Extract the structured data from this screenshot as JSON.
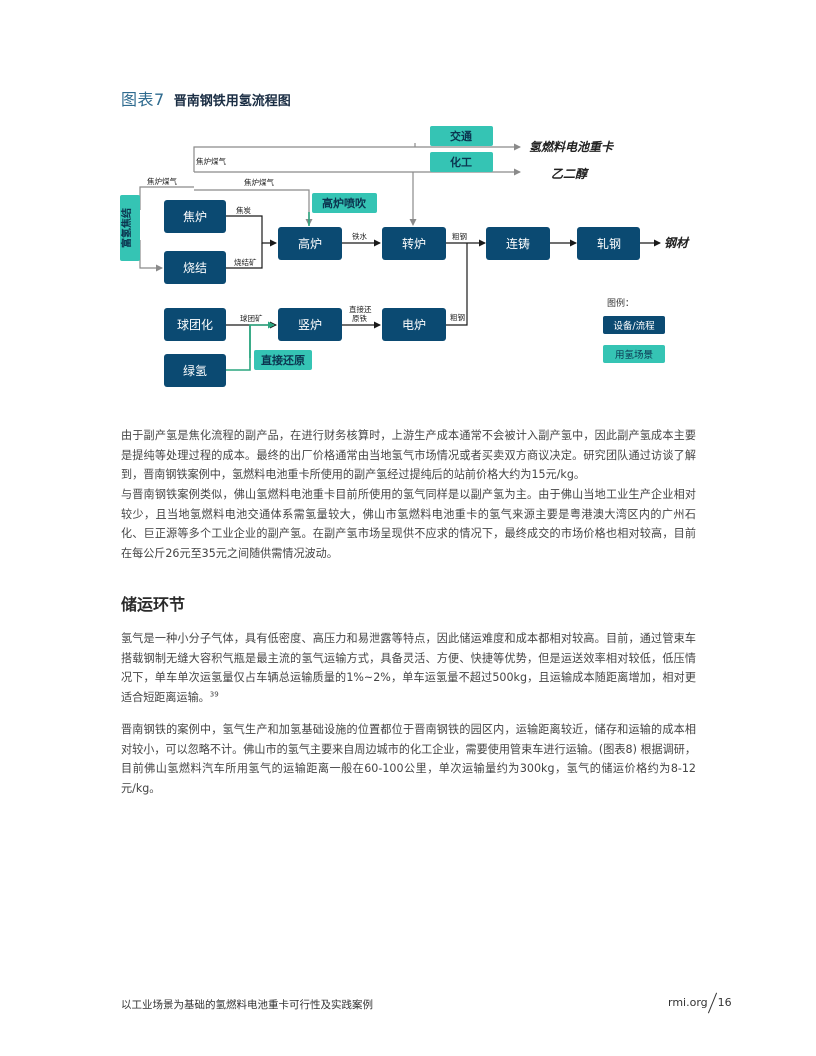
{
  "figure": {
    "number": "图表7",
    "title": "晋南钢铁用氢流程图",
    "nodes": {
      "gaoding_jieqi": "富氢焦结",
      "jiaolu": "焦炉",
      "shaojie": "烧结",
      "gaolu": "高炉",
      "zhuanlu": "转炉",
      "lianzhu": "连铸",
      "zhagang": "轧钢",
      "qiutuanhua": "球团化",
      "lvqing": "绿氢",
      "shulu": "竖炉",
      "dianlu": "电炉",
      "jiaotong": "交通",
      "huagong": "化工",
      "gaolu_penchui": "高炉喷吹",
      "zhijie_huanyuan": "直接还原"
    },
    "outputs": {
      "truck": "氢燃料电池重卡",
      "glycol": "乙二醇",
      "steel": "钢材"
    },
    "edge_labels": {
      "jiaolu_meiqi_1": "焦炉煤气",
      "jiaolu_meiqi_2": "焦炉煤气",
      "jiaolu_meiqi_3": "焦炉煤气",
      "jiaotan": "焦炭",
      "shaojiekuang": "烧结矿",
      "tieshui": "铁水",
      "cugang_1": "粗钢",
      "cugang_2": "粗钢",
      "qiutuankuang": "球团矿",
      "zhijie_huanyuan_tie_1": "直接还",
      "zhijie_huanyuan_tie_2": "原铁"
    },
    "legend": {
      "title": "图例：",
      "equipment": "设备/流程",
      "scenario": "用氢场景"
    },
    "colors": {
      "process": "#0b4a72",
      "scenario": "#35c4b4",
      "arrow_gray": "#8a8a8a",
      "arrow_green": "#2aa57f",
      "arrow_dark": "#1a1a1a"
    }
  },
  "paragraphs": {
    "p1": "由于副产氢是焦化流程的副产品，在进行财务核算时，上游生产成本通常不会被计入副产氢中，因此副产氢成本主要是提纯等处理过程的成本。最终的出厂价格通常由当地氢气市场情况或者买卖双方商议决定。研究团队通过访谈了解到，晋南钢铁案例中，氢燃料电池重卡所使用的副产氢经过提纯后的站前价格大约为15元/kg。",
    "p2": "与晋南钢铁案例类似，佛山氢燃料电池重卡目前所使用的氢气同样是以副产氢为主。由于佛山当地工业生产企业相对较少，且当地氢燃料电池交通体系需氢量较大，佛山市氢燃料电池重卡的氢气来源主要是粤港澳大湾区内的广州石化、巨正源等多个工业企业的副产氢。在副产氢市场呈现供不应求的情况下，最终成交的市场价格也相对较高，目前在每公斤26元至35元之间随供需情况波动。",
    "section_title": "储运环节",
    "p3": "氢气是一种小分子气体，具有低密度、高压力和易泄露等特点，因此储运难度和成本都相对较高。目前，通过管束车搭载钢制无缝大容积气瓶是最主流的氢气运输方式，具备灵活、方便、快捷等优势，但是运送效率相对较低，低压情况下，单车单次运氢量仅占车辆总运输质量的1%~2%，单车运氢量不超过500kg，且运输成本随距离增加，相对更适合短距离运输。",
    "p3_note": "39",
    "p4": "晋南钢铁的案例中，氢气生产和加氢基础设施的位置都位于晋南钢铁的园区内，运输距离较近，储存和运输的成本相对较小，可以忽略不计。佛山市的氢气主要来自周边城市的化工企业，需要使用管束车进行运输。(图表8) 根据调研，目前佛山氢燃料汽车所用氢气的运输距离一般在60-100公里，单次运输量约为300kg，氢气的储运价格约为8-12元/kg。"
  },
  "footer": {
    "report_title": "以工业场景为基础的氢燃料电池重卡可行性及实践案例",
    "site": "rmi.org",
    "page": "16"
  }
}
